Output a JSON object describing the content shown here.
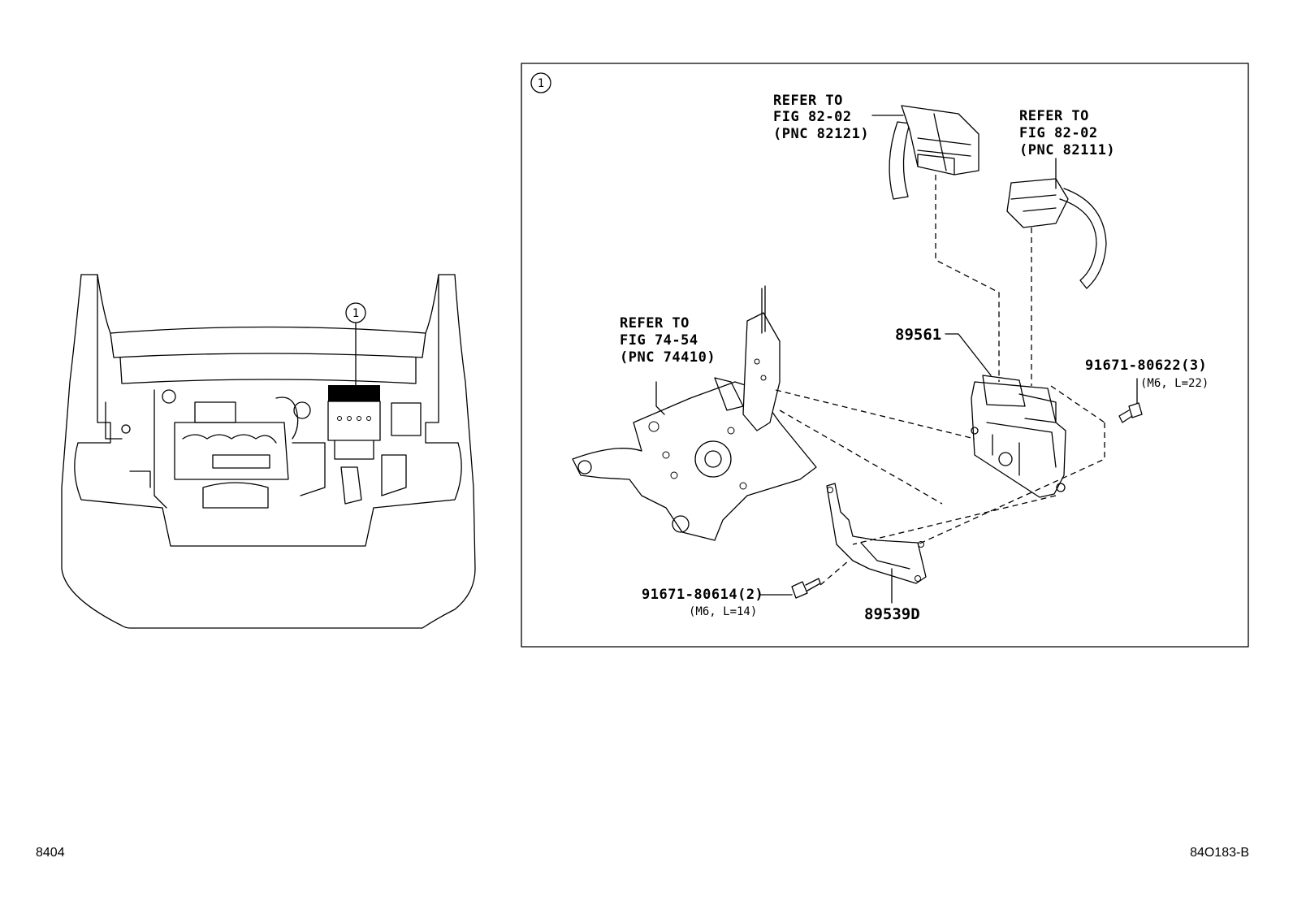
{
  "callouts": {
    "overview_marker": "1",
    "panel_marker": "1"
  },
  "refer_labels": {
    "pnc_82121": [
      "REFER TO",
      "FIG 82-02",
      "(PNC 82121)"
    ],
    "pnc_82111": [
      "REFER TO",
      "FIG 82-02",
      "(PNC 82111)"
    ],
    "pnc_74410": [
      "REFER TO",
      "FIG 74-54",
      "(PNC 74410)"
    ]
  },
  "parts": {
    "ecu": "89561",
    "bracket": "89539D",
    "bolt_large": {
      "number": "91671-80622(3)",
      "spec": "(M6, L=22)"
    },
    "bolt_small": {
      "number": "91671-80614(2)",
      "spec": "(M6, L=14)"
    }
  },
  "footer": {
    "left": "8404",
    "right": "84O183-B"
  }
}
